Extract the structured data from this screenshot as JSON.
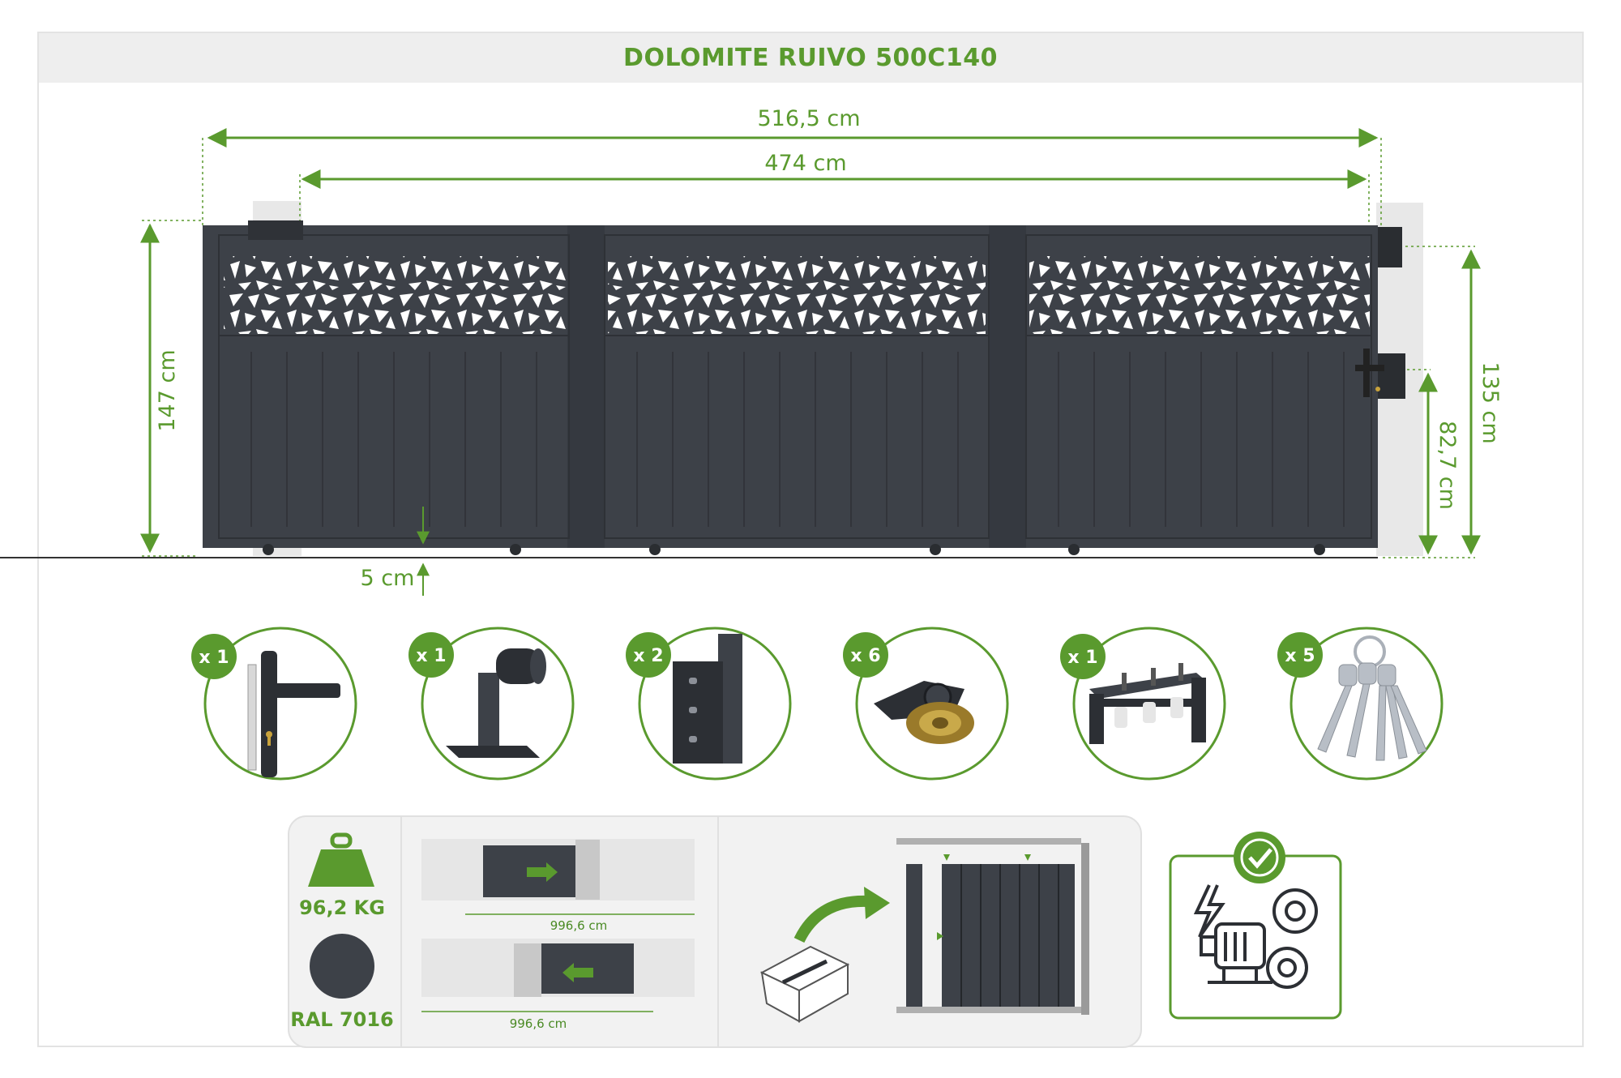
{
  "title": "DOLOMITE RUIVO 500C140",
  "dimensions": {
    "overall_width": "516,5 cm",
    "passage_width": "474 cm",
    "overall_height": "147 cm",
    "gate_height": "135 cm",
    "lock_height": "82,7 cm",
    "ground_clearance": "5 cm"
  },
  "accessories": [
    {
      "qty": "x 1",
      "icon": "door-handle-icon"
    },
    {
      "qty": "x 1",
      "icon": "guide-post-icon"
    },
    {
      "qty": "x 2",
      "icon": "bracket-icon"
    },
    {
      "qty": "x 6",
      "icon": "wheel-icon"
    },
    {
      "qty": "x 1",
      "icon": "roller-guide-icon"
    },
    {
      "qty": "x 5",
      "icon": "keys-icon"
    }
  ],
  "specs": {
    "weight": "96,2 KG",
    "color_name": "RAL 7016",
    "color_hex": "#3d4148",
    "opening_length_right": "996,6 cm",
    "opening_length_left": "996,6 cm"
  },
  "colors": {
    "accent": "#5a9a2e",
    "gate": "#3d4148"
  }
}
